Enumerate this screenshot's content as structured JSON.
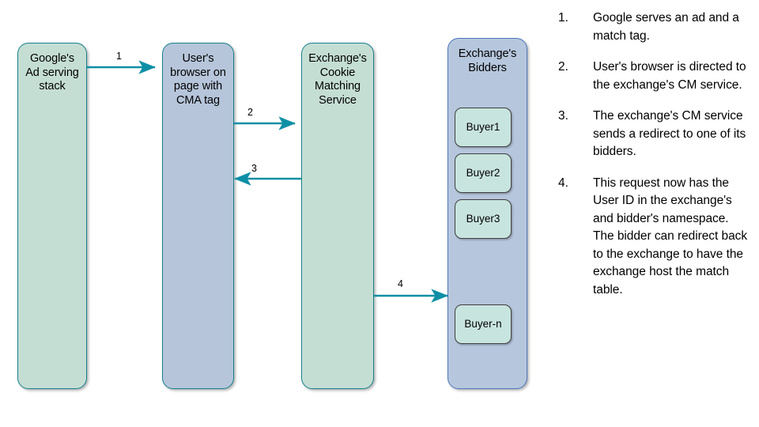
{
  "diagram": {
    "nodes": [
      {
        "id": "google-ad-serving-stack",
        "label": "Google's\nAd serving\nstack",
        "fill": "#c5ded4",
        "stroke": "#17818f"
      },
      {
        "id": "user-browser",
        "label": "User's\nbrowser on\npage with\nCMA tag",
        "fill": "#b6c5da",
        "stroke": "#17818f"
      },
      {
        "id": "exchange-cookie-matching-service",
        "label": "Exchange's\nCookie\nMatching\nService",
        "fill": "#c5ded4",
        "stroke": "#17818f"
      },
      {
        "id": "exchange-bidders",
        "label": "Exchange's\nBidders",
        "fill": "#b6c7dd",
        "stroke": "#4f76bd"
      }
    ],
    "buyers": [
      {
        "label": "Buyer1"
      },
      {
        "label": "Buyer2"
      },
      {
        "label": "Buyer3"
      },
      {
        "label": "Buyer-n"
      }
    ],
    "arrows": [
      {
        "id": "arrow-1",
        "label": "1",
        "from": "google-ad-serving-stack",
        "to": "user-browser",
        "direction": "right"
      },
      {
        "id": "arrow-2",
        "label": "2",
        "from": "user-browser",
        "to": "exchange-cookie-matching-service",
        "direction": "right"
      },
      {
        "id": "arrow-3",
        "label": "3",
        "from": "exchange-cookie-matching-service",
        "to": "user-browser",
        "direction": "left"
      },
      {
        "id": "arrow-4",
        "label": "4",
        "from": "exchange-cookie-matching-service",
        "to": "exchange-bidders",
        "direction": "right"
      }
    ],
    "arrow_color": "#0c8fa5"
  },
  "notes": [
    {
      "num": "1.",
      "text": "Google serves an ad and a match tag."
    },
    {
      "num": "2.",
      "text": "User's browser is directed to the exchange's CM service."
    },
    {
      "num": "3.",
      "text": "The exchange's CM service sends a redirect to one of its bidders."
    },
    {
      "num": "4.",
      "text": "This request now has the User ID in the exchange's and bidder's namespace. The bidder can redirect back to the exchange to have the exchange host the match table."
    }
  ]
}
